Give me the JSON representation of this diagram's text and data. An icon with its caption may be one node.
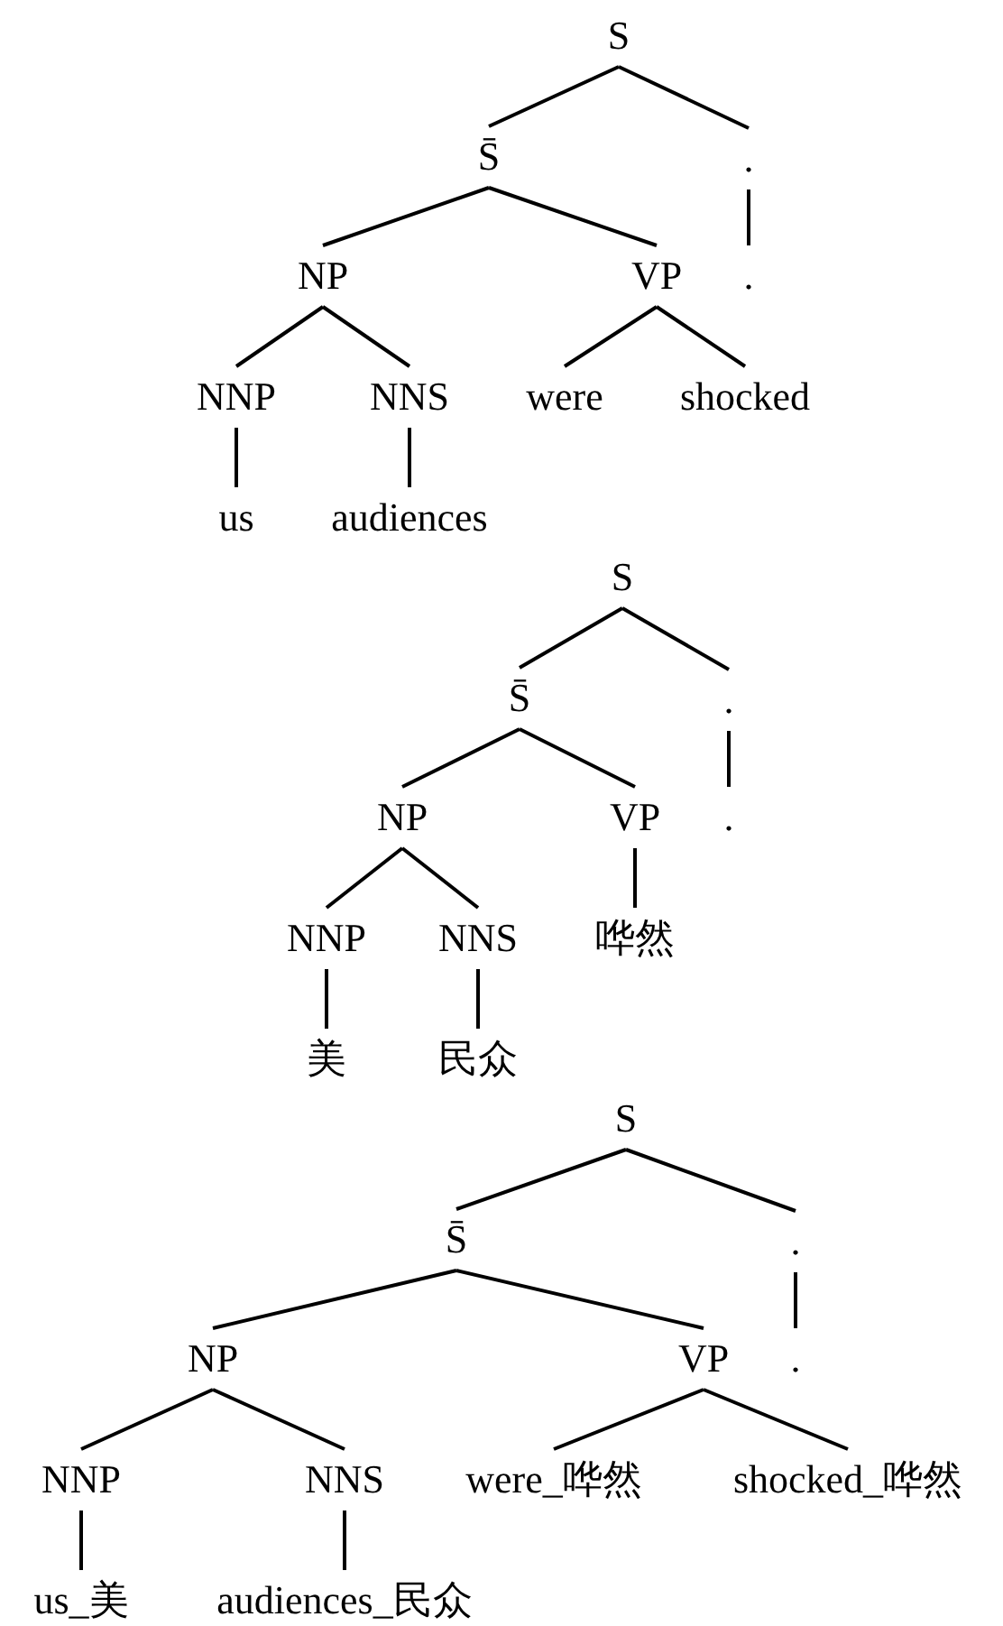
{
  "diagram": {
    "nodes": [
      {
        "text": [
          "S"
        ]
      },
      {
        "text": [
          "S̄"
        ]
      },
      {
        "text": [
          "."
        ]
      },
      {
        "text": [
          "NP"
        ]
      },
      {
        "text": [
          "VP"
        ]
      },
      {
        "text": [
          "."
        ]
      },
      {
        "text": [
          "NNP"
        ]
      },
      {
        "text": [
          "NNS"
        ]
      },
      {
        "text": [
          "were"
        ]
      },
      {
        "text": [
          "shocked"
        ]
      },
      {
        "text": [
          "us"
        ]
      },
      {
        "text": [
          "audiences"
        ]
      },
      {
        "text": [
          "S"
        ]
      },
      {
        "text": [
          "S̄"
        ]
      },
      {
        "text": [
          "."
        ]
      },
      {
        "text": [
          "NP"
        ]
      },
      {
        "text": [
          "VP"
        ]
      },
      {
        "text": [
          "."
        ]
      },
      {
        "text": [
          "NNP"
        ]
      },
      {
        "text": [
          "NNS"
        ]
      },
      {
        "text": [
          "哗然"
        ]
      },
      {
        "text": [
          "美"
        ]
      },
      {
        "text": [
          "民众"
        ]
      },
      {
        "text": [
          "S"
        ]
      },
      {
        "text": [
          "S̄"
        ]
      },
      {
        "text": [
          "."
        ]
      },
      {
        "text": [
          "NP"
        ]
      },
      {
        "text": [
          "VP"
        ]
      },
      {
        "text": [
          "."
        ]
      },
      {
        "text": [
          "NNP"
        ]
      },
      {
        "text": [
          "NNS"
        ]
      },
      {
        "text": [
          "were_哗然"
        ]
      },
      {
        "text": [
          "shocked_哗然"
        ]
      },
      {
        "text": [
          "us_美"
        ]
      },
      {
        "text": [
          "audiences_民众"
        ]
      }
    ],
    "edges": [
      {
        "from": 0,
        "to": 1,
        "arrow": "none"
      },
      {
        "from": 0,
        "to": 2,
        "arrow": "none"
      },
      {
        "from": 1,
        "to": 3,
        "arrow": "none"
      },
      {
        "from": 1,
        "to": 4,
        "arrow": "none"
      },
      {
        "from": 2,
        "to": 5,
        "arrow": "none"
      },
      {
        "from": 3,
        "to": 6,
        "arrow": "none"
      },
      {
        "from": 3,
        "to": 7,
        "arrow": "none"
      },
      {
        "from": 4,
        "to": 8,
        "arrow": "none"
      },
      {
        "from": 4,
        "to": 9,
        "arrow": "none"
      },
      {
        "from": 6,
        "to": 10,
        "arrow": "none"
      },
      {
        "from": 7,
        "to": 11,
        "arrow": "none"
      },
      {
        "from": 12,
        "to": 13,
        "arrow": "none"
      },
      {
        "from": 12,
        "to": 14,
        "arrow": "none"
      },
      {
        "from": 13,
        "to": 15,
        "arrow": "none"
      },
      {
        "from": 13,
        "to": 16,
        "arrow": "none"
      },
      {
        "from": 14,
        "to": 17,
        "arrow": "none"
      },
      {
        "from": 15,
        "to": 18,
        "arrow": "none"
      },
      {
        "from": 15,
        "to": 19,
        "arrow": "none"
      },
      {
        "from": 16,
        "to": 20,
        "arrow": "none"
      },
      {
        "from": 18,
        "to": 21,
        "arrow": "none"
      },
      {
        "from": 19,
        "to": 22,
        "arrow": "none"
      },
      {
        "from": 23,
        "to": 24,
        "arrow": "none"
      },
      {
        "from": 23,
        "to": 25,
        "arrow": "none"
      },
      {
        "from": 24,
        "to": 26,
        "arrow": "none"
      },
      {
        "from": 24,
        "to": 27,
        "arrow": "none"
      },
      {
        "from": 25,
        "to": 28,
        "arrow": "none"
      },
      {
        "from": 26,
        "to": 29,
        "arrow": "none"
      },
      {
        "from": 26,
        "to": 30,
        "arrow": "none"
      },
      {
        "from": 27,
        "to": 31,
        "arrow": "none"
      },
      {
        "from": 27,
        "to": 32,
        "arrow": "none"
      },
      {
        "from": 29,
        "to": 33,
        "arrow": "none"
      },
      {
        "from": 30,
        "to": 34,
        "arrow": "none"
      }
    ]
  }
}
